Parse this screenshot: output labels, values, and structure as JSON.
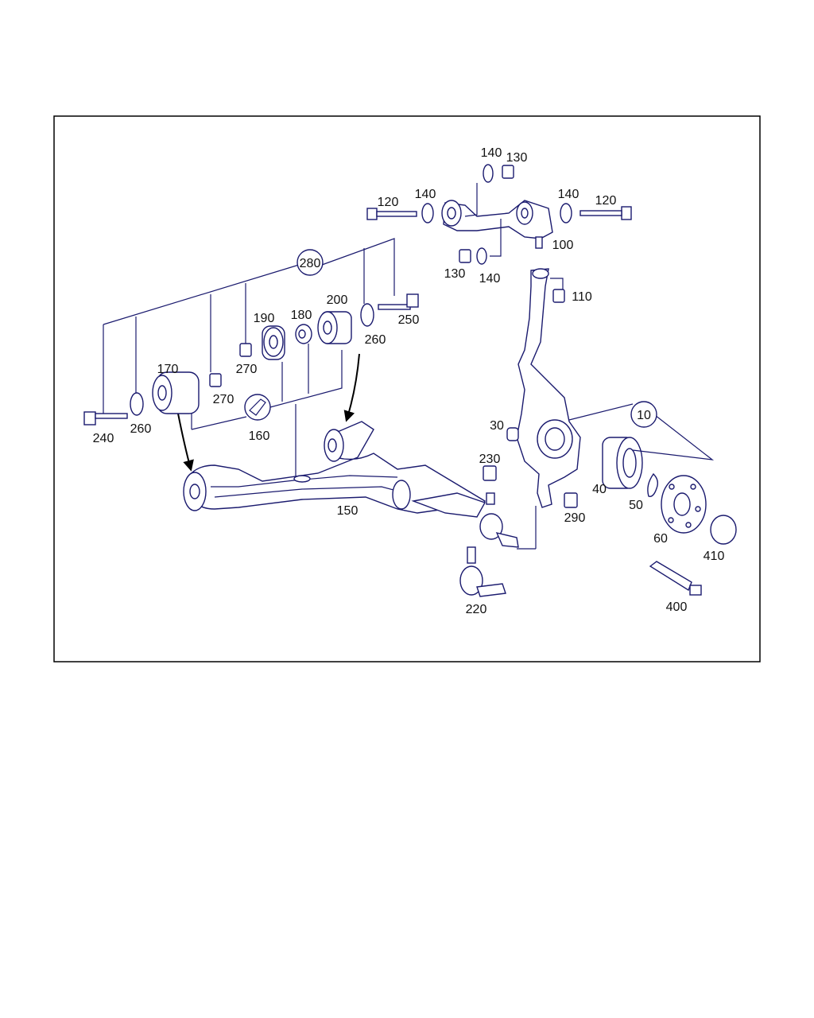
{
  "labels": {
    "l10": "10",
    "l30": "30",
    "l40": "40",
    "l50": "50",
    "l60": "60",
    "l100": "100",
    "l110": "110",
    "l120a": "120",
    "l120b": "120",
    "l130a": "130",
    "l130b": "130",
    "l140a": "140",
    "l140b": "140",
    "l140c": "140",
    "l140d": "140",
    "l150": "150",
    "l160": "160",
    "l170": "170",
    "l180": "180",
    "l190": "190",
    "l200": "200",
    "l220": "220",
    "l230": "230",
    "l240": "240",
    "l250": "250",
    "l260a": "260",
    "l260b": "260",
    "l270a": "270",
    "l270b": "270",
    "l280": "280",
    "l290": "290",
    "l400": "400",
    "l410": "410"
  },
  "colors": {
    "line": "#1a1a6e",
    "frame": "#000000",
    "text": "#111111"
  }
}
